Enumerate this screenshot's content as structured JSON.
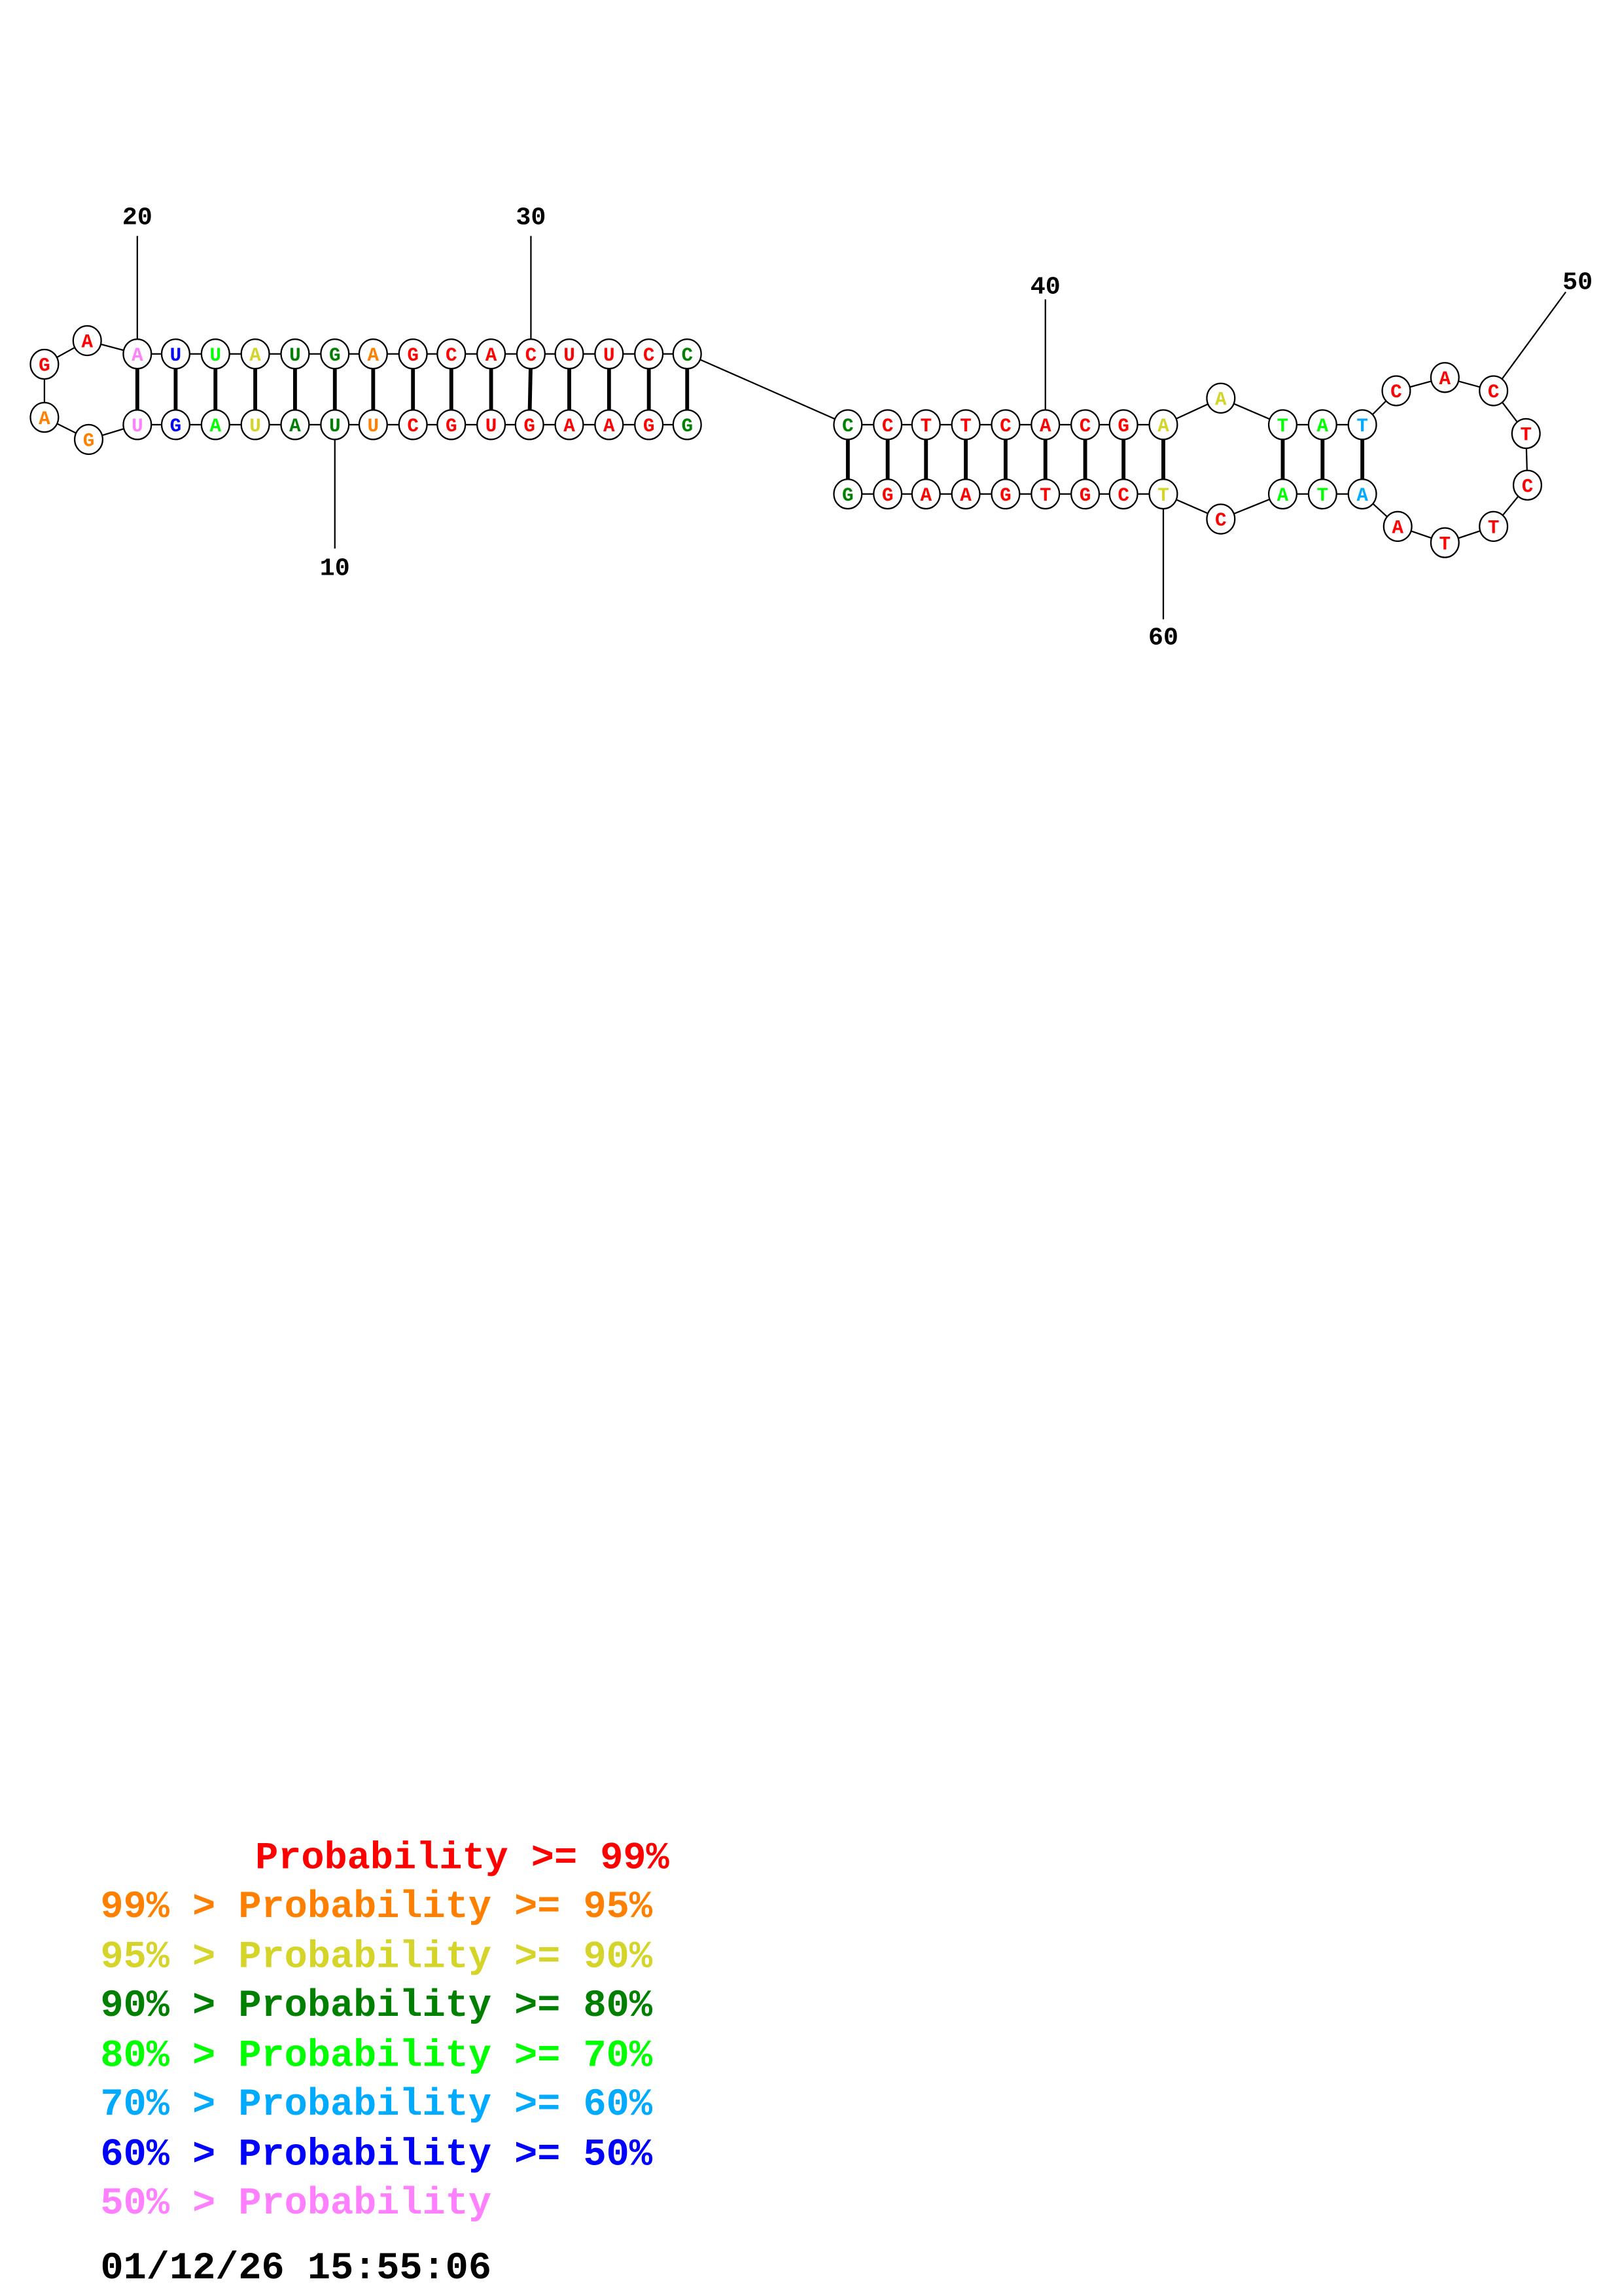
{
  "structure": {
    "sequence": "GGAAGUGCUUAUAGUGAGAAUUAUGAGCACUUCCCCTTCACGAATATCACTCTTAATACTCGTGAAGG",
    "color_classes": [
      3,
      0,
      0,
      0,
      0,
      0,
      0,
      0,
      1,
      3,
      3,
      2,
      4,
      6,
      7,
      1,
      1,
      0,
      0,
      7,
      6,
      4,
      2,
      3,
      3,
      1,
      0,
      0,
      0,
      0,
      0,
      0,
      0,
      3,
      3,
      0,
      0,
      0,
      0,
      0,
      0,
      0,
      2,
      2,
      4,
      4,
      5,
      0,
      0,
      0,
      0,
      0,
      0,
      0,
      0,
      5,
      4,
      4,
      0,
      2,
      0,
      0,
      0,
      0,
      0,
      0,
      0,
      3
    ],
    "pairs": [
      [
        1,
        34
      ],
      [
        2,
        33
      ],
      [
        3,
        32
      ],
      [
        4,
        31
      ],
      [
        5,
        30
      ],
      [
        6,
        29
      ],
      [
        7,
        28
      ],
      [
        8,
        27
      ],
      [
        9,
        26
      ],
      [
        10,
        25
      ],
      [
        11,
        24
      ],
      [
        12,
        23
      ],
      [
        13,
        22
      ],
      [
        14,
        21
      ],
      [
        15,
        20
      ],
      [
        35,
        68
      ],
      [
        36,
        67
      ],
      [
        37,
        66
      ],
      [
        38,
        65
      ],
      [
        39,
        64
      ],
      [
        40,
        63
      ],
      [
        41,
        62
      ],
      [
        42,
        61
      ],
      [
        43,
        60
      ],
      [
        45,
        58
      ],
      [
        46,
        57
      ],
      [
        47,
        56
      ]
    ],
    "number_labels": [
      "10",
      "20",
      "30",
      "40",
      "50",
      "60"
    ]
  },
  "legend": {
    "colors": [
      "#ff0000",
      "#ff8000",
      "#d4d42a",
      "#008000",
      "#00ff00",
      "#00aaff",
      "#0000ff",
      "#ff80ff"
    ],
    "rows": [
      "Probability >= 99%",
      "99% > Probability >= 95%",
      "95% > Probability >= 90%",
      "90% > Probability >= 80%",
      "80% > Probability >= 70%",
      "70% > Probability >= 60%",
      "60% > Probability >= 50%",
      "50% > Probability"
    ],
    "timestamp": "01/12/26 15:55:06"
  }
}
